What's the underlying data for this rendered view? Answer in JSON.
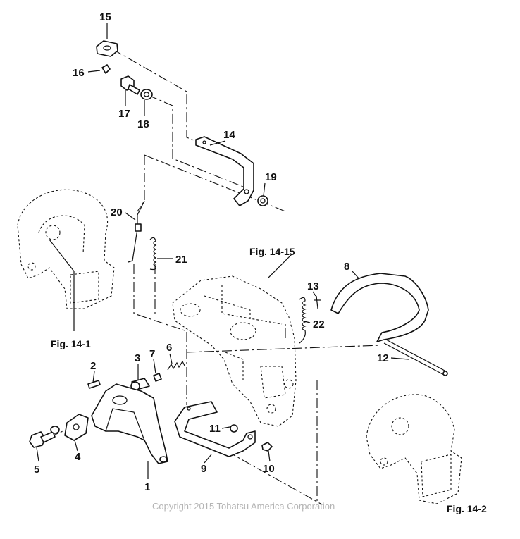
{
  "parts": [
    {
      "number": "1"
    },
    {
      "number": "2"
    },
    {
      "number": "3"
    },
    {
      "number": "4"
    },
    {
      "number": "5"
    },
    {
      "number": "6"
    },
    {
      "number": "7"
    },
    {
      "number": "8"
    },
    {
      "number": "9"
    },
    {
      "number": "10"
    },
    {
      "number": "11"
    },
    {
      "number": "12"
    },
    {
      "number": "13"
    },
    {
      "number": "14"
    },
    {
      "number": "15"
    },
    {
      "number": "16"
    },
    {
      "number": "17"
    },
    {
      "number": "18"
    },
    {
      "number": "19"
    },
    {
      "number": "20"
    },
    {
      "number": "21"
    },
    {
      "number": "22"
    }
  ],
  "figure_refs": [
    "Fig. 14-1",
    "Fig. 14-15",
    "Fig. 14-2"
  ],
  "copyright": "Copyright 2015 Tohatsu America Corporation",
  "colors": {
    "line": "#111111",
    "background": "#ffffff",
    "watermark": "#b4b4b4"
  }
}
